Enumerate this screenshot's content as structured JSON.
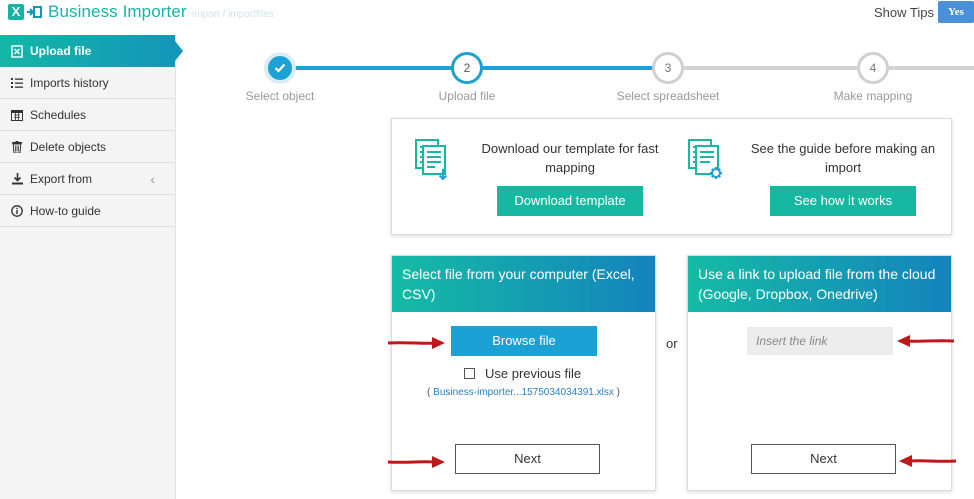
{
  "app": {
    "logo_letter": "X",
    "title": "Business Importer",
    "breadcrumb": "import  /  importfiles"
  },
  "topbar": {
    "show_tips_label": "Show Tips",
    "tips_toggle_label": "Yes"
  },
  "sidebar": {
    "items": [
      {
        "label": "Upload file",
        "icon": "upload-file-icon",
        "active": true
      },
      {
        "label": "Imports history",
        "icon": "list-icon"
      },
      {
        "label": "Schedules",
        "icon": "calendar-icon"
      },
      {
        "label": "Delete objects",
        "icon": "trash-icon"
      },
      {
        "label": "Export from",
        "icon": "download-icon"
      },
      {
        "label": "How-to guide",
        "icon": "info-icon"
      }
    ],
    "collapse_icon": "chevron-left-icon"
  },
  "stepper": {
    "steps": [
      {
        "number": "",
        "label": "Select object",
        "state": "done"
      },
      {
        "number": "2",
        "label": "Upload file",
        "state": "current"
      },
      {
        "number": "3",
        "label": "Select spreadsheet",
        "state": "todo"
      },
      {
        "number": "4",
        "label": "Make mapping",
        "state": "todo"
      }
    ]
  },
  "template_card": {
    "template_text": "Download our template for fast mapping",
    "template_button": "Download template",
    "guide_text": "See the guide before making an import",
    "guide_button": "See how it works"
  },
  "upload_computer": {
    "header": "Select file from your computer (Excel, CSV)",
    "browse_button": "Browse file",
    "use_previous_label": "Use previous file",
    "previous_file_open": "(",
    "previous_file_name": "Business-importer...1575034034391.xlsx",
    "previous_file_close": ")",
    "next_button": "Next"
  },
  "or_label": "or",
  "upload_cloud": {
    "header": "Use a link to upload file from the cloud (Google, Dropbox, Onedrive)",
    "link_placeholder": "Insert the link",
    "next_button": "Next"
  },
  "colors": {
    "teal": "#17b8a2",
    "blue": "#1ba1d4",
    "arrow_red": "#c0171b"
  }
}
